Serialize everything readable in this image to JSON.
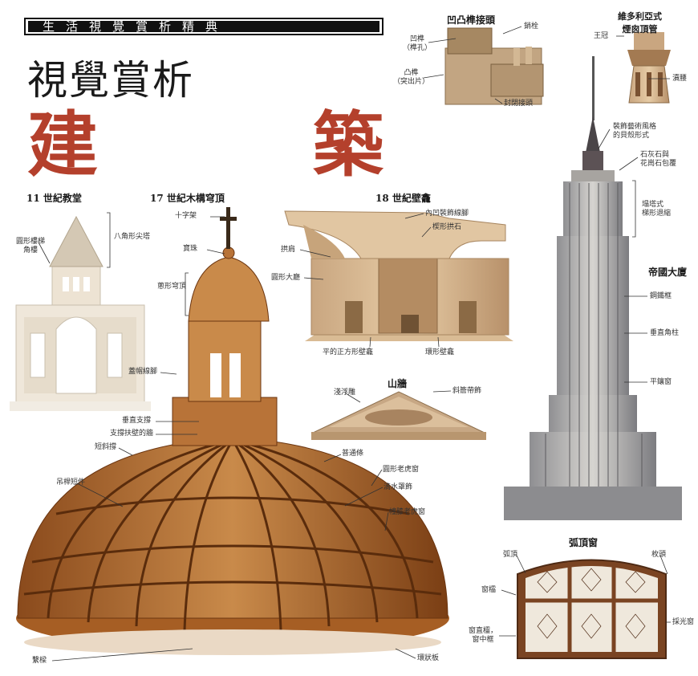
{
  "header": {
    "series": "生活視覺賞析精典",
    "title": "視覺賞析",
    "big_char_1": "建",
    "big_char_2": "築"
  },
  "sections": {
    "church": "11 世紀教堂",
    "dome": "17 世紀木構穹頂",
    "niche": "18 世紀壁龕",
    "joint": "凹凸榫接頭",
    "victorian": "維多利亞式\n煙囪頂管",
    "empire": "帝國大廈",
    "pediment": "山牆",
    "window": "弧頂窗"
  },
  "labels": {
    "octagon_spire": "八角形尖塔",
    "round_turret": "圓形樓梯\n角樓",
    "cross": "十字架",
    "orb": "寶珠",
    "onion_dome": "蔥形穹頂",
    "tenon_slope": "蓋帽線腳",
    "vertical_post": "垂直支撐",
    "brace_wall": "支撐扶壁的牆",
    "short_brace": "短斜撐",
    "crane_strut": "吊桿短件",
    "common_rib": "普通條",
    "round_dormer": "圓形老虎窗",
    "drip_mould": "滴水罩飾",
    "lucarne": "幢膝老虎窗",
    "wall_plate": "繫樑",
    "ring_beam": "環狀板",
    "inner_moulding": "內凹裝飾線腳",
    "wedge_stone": "楔形拱石",
    "arch": "拱肩",
    "round_niche": "圓形大廳",
    "flat_niche": "平的正方形壁龕",
    "square_niche": "環形壁龕",
    "mortise": "凹榫\n（榫孔）",
    "tenon": "凸榫\n（突出片）",
    "peg": "銷栓",
    "closed_joint": "封閉接頭",
    "crown": "王冠",
    "tulip": "瀆腰",
    "deco_top": "裝飾藝術風格\n的貝殼形式",
    "limestone": "石灰石與\n花崗石包覆",
    "setback": "塌塔式\n梯形退縮",
    "steel_frame": "鋼鐵框",
    "vertical_pier": "垂直角柱",
    "flat_window": "平鑲窗",
    "tympanum": "淺浮雕",
    "raking_cornice": "斜簷帶飾",
    "arch_top": "弧頂",
    "keystone": "枚頭",
    "window_frame": "窗櫺",
    "transom": "窗直欞，\n窗中框",
    "louvre": "採光窗"
  }
}
